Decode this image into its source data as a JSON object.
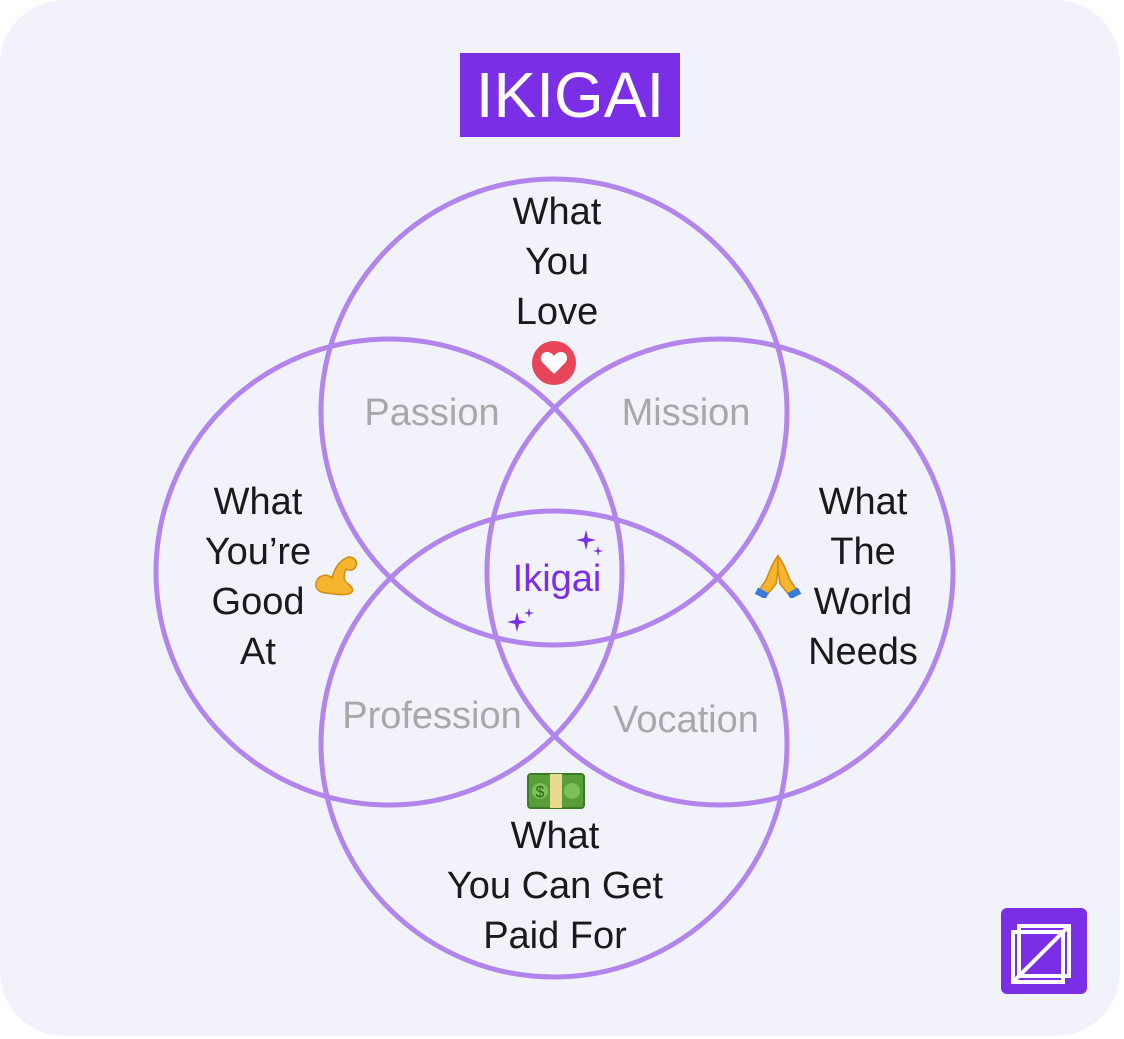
{
  "title": "IKIGAI",
  "circles": {
    "love": [
      "What",
      "You",
      "Love"
    ],
    "good_at": [
      "What",
      "You’re",
      "Good",
      "At"
    ],
    "world_needs": [
      "What",
      "The",
      "World",
      "Needs"
    ],
    "paid_for": [
      "What",
      "You Can Get",
      "Paid For"
    ]
  },
  "overlaps": {
    "passion": "Passion",
    "mission": "Mission",
    "profession": "Profession",
    "vocation": "Vocation"
  },
  "center": "Ikigai",
  "icons": {
    "love": "heart-icon",
    "good_at": "flexed-biceps-icon",
    "world_needs": "folded-hands-icon",
    "paid_for": "dollar-banknote-icon",
    "center": "sparkles-icon",
    "brand": "brand-logo-icon"
  },
  "colors": {
    "accent": "#7a2fe6",
    "circle_stroke": "#b285ec",
    "background": "#f2f2fa",
    "overlap_text": "#a8a8a8",
    "heart": "#e8455b"
  }
}
